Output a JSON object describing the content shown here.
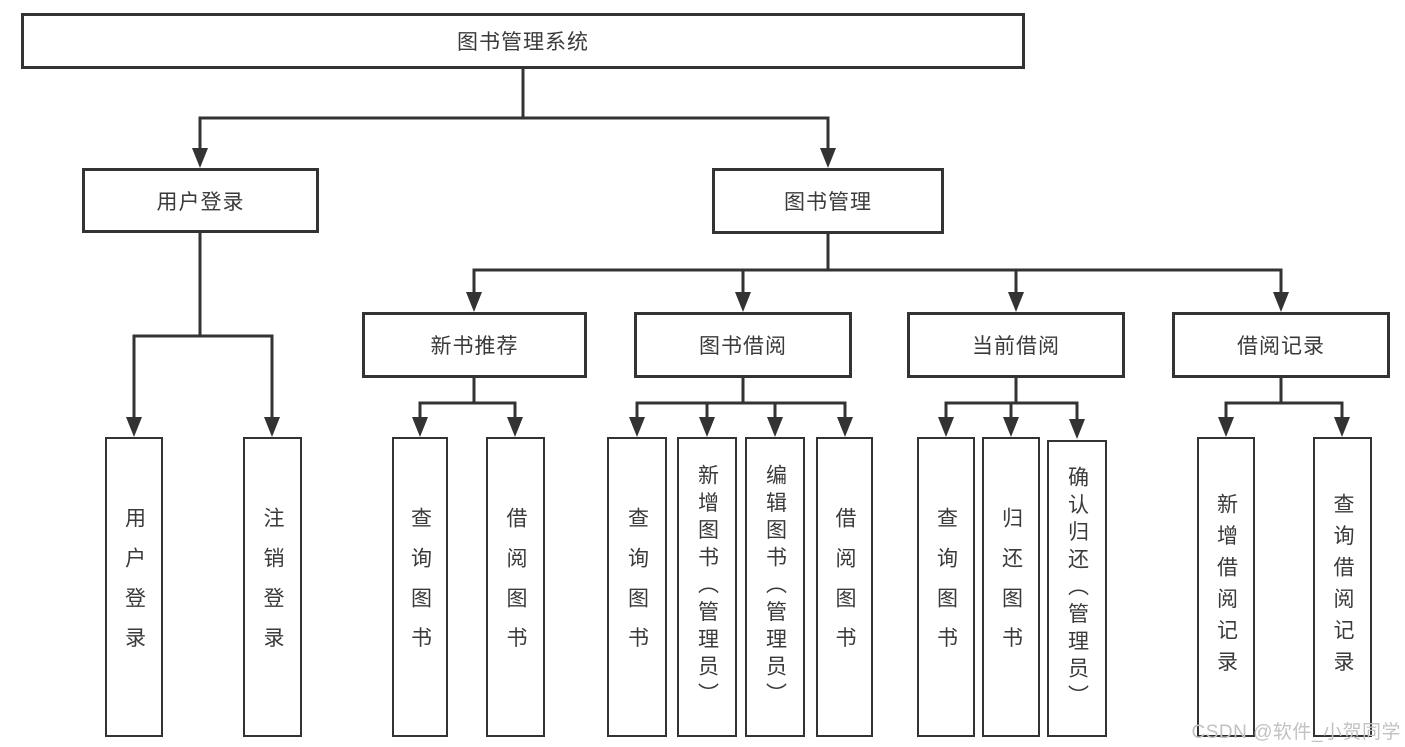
{
  "tree": {
    "root": {
      "label": "图书管理系统",
      "children": [
        {
          "label": "用户登录",
          "children": [
            {
              "label": "用户登录"
            },
            {
              "label": "注销登录"
            }
          ]
        },
        {
          "label": "图书管理",
          "children": [
            {
              "label": "新书推荐",
              "children": [
                {
                  "label": "查询图书"
                },
                {
                  "label": "借阅图书"
                }
              ]
            },
            {
              "label": "图书借阅",
              "children": [
                {
                  "label": "查询图书"
                },
                {
                  "label": "新增图书（管理员）"
                },
                {
                  "label": "编辑图书（管理员）"
                },
                {
                  "label": "借阅图书"
                }
              ]
            },
            {
              "label": "当前借阅",
              "children": [
                {
                  "label": "查询图书"
                },
                {
                  "label": "归还图书"
                },
                {
                  "label": "确认归还（管理员）"
                }
              ]
            },
            {
              "label": "借阅记录",
              "children": [
                {
                  "label": "新增借阅记录"
                },
                {
                  "label": "查询借阅记录"
                }
              ]
            }
          ]
        }
      ]
    }
  },
  "watermark": {
    "text": "CSDN @软件_小贺同学"
  },
  "colors": {
    "line": "#333333",
    "text": "#3a3a3a",
    "watermark": "#c2c2c2",
    "background": "#ffffff"
  }
}
